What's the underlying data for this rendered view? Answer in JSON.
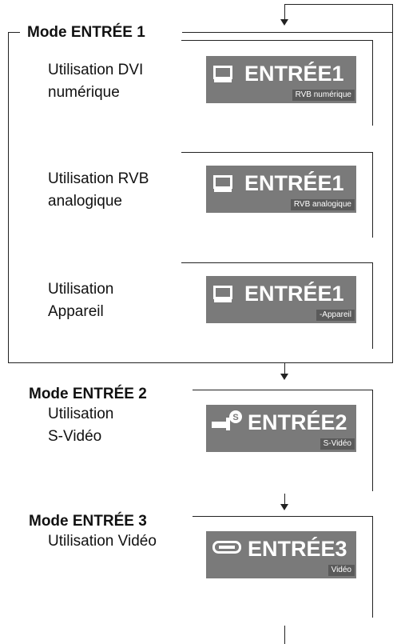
{
  "input1": {
    "title": "Mode ENTRÉE 1",
    "rows": [
      {
        "label_line1": "Utilisation DVI",
        "label_line2": "numérique",
        "osd_main": "ENTRÉE1",
        "osd_sub": "RVB numérique",
        "icon": "computer-monitor-icon"
      },
      {
        "label_line1": "Utilisation RVB",
        "label_line2": "analogique",
        "osd_main": "ENTRÉE1",
        "osd_sub": "RVB analogique",
        "icon": "computer-monitor-icon"
      },
      {
        "label_line1": "Utilisation",
        "label_line2": "Appareil",
        "osd_main": "ENTRÉE1",
        "osd_sub": "-Appareil",
        "icon": "computer-monitor-icon"
      }
    ]
  },
  "input2": {
    "title": "Mode ENTRÉE 2",
    "label_line1": "Utilisation",
    "label_line2": "S-Vidéo",
    "osd_main": "ENTRÉE2",
    "osd_sub": "S-Vidéo",
    "icon": "s-video-plug-icon"
  },
  "input3": {
    "title": "Mode ENTRÉE 3",
    "label_line1": "Utilisation Vidéo",
    "osd_main": "ENTRÉE3",
    "osd_sub": "Vidéo",
    "icon": "video-connector-icon"
  },
  "colors": {
    "osd_background": "#7a7a7a",
    "osd_sub_background": "#5a5a5a",
    "lines": "#222222"
  }
}
